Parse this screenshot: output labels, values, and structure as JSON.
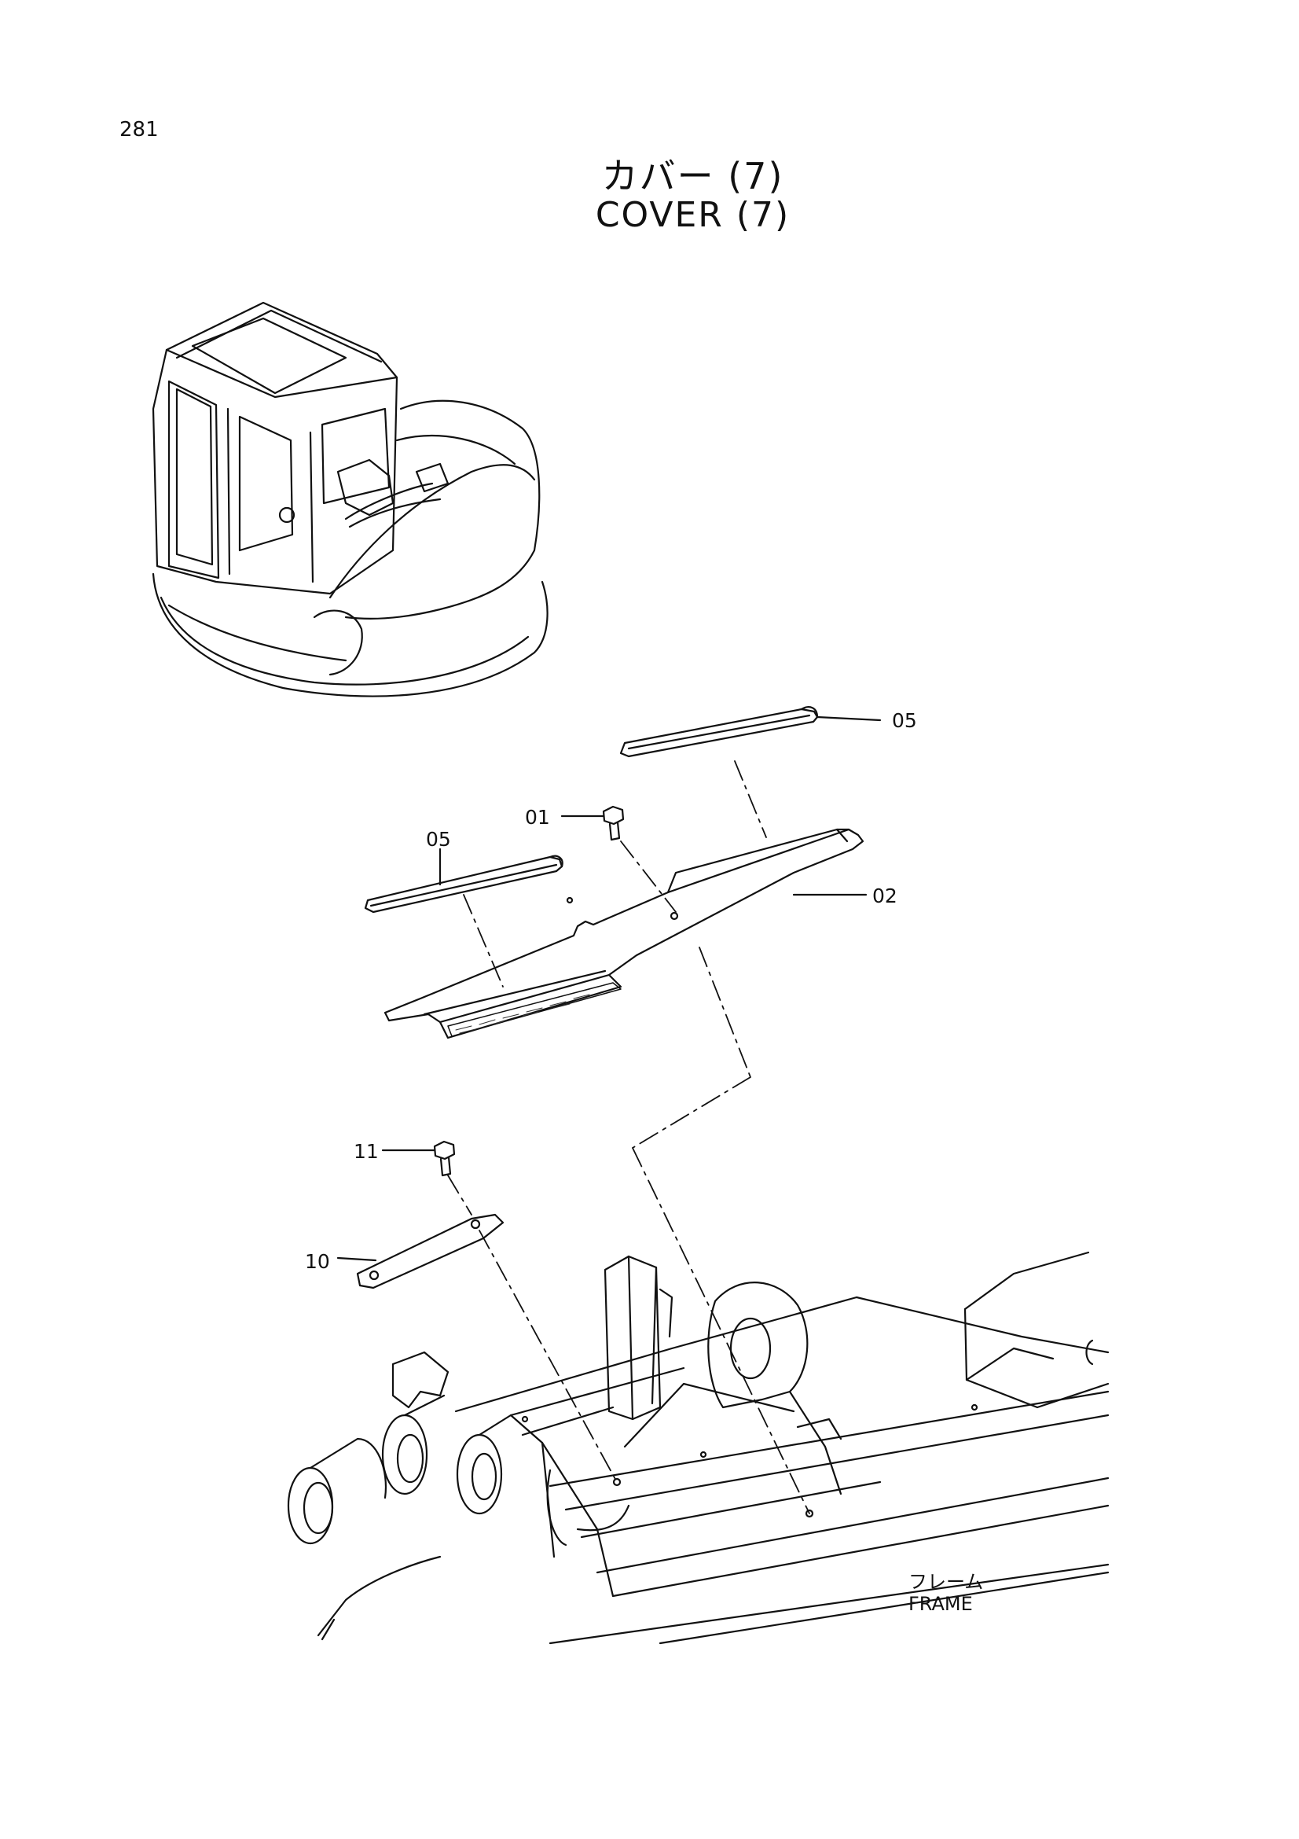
{
  "page_number": "281",
  "title": {
    "jp": "カバー (7)",
    "en": "COVER (7)"
  },
  "callouts": {
    "c05_top": "05",
    "c01": "01",
    "c05_left": "05",
    "c02": "02",
    "c11": "11",
    "c10": "10"
  },
  "frame_label": {
    "jp": "フレーム",
    "en": "FRAME"
  }
}
